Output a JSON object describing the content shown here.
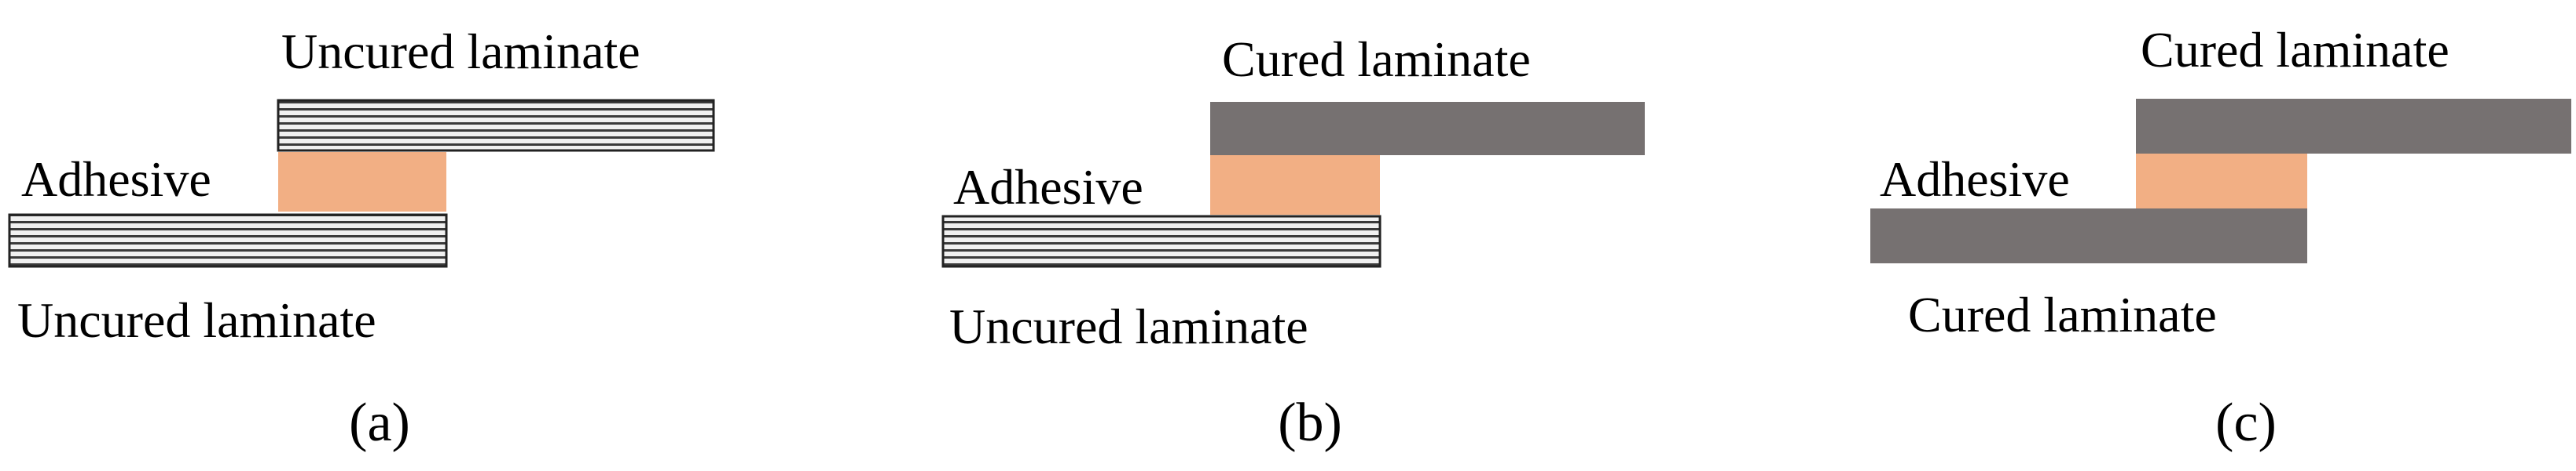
{
  "colors": {
    "adhesive": "#F2AF84",
    "cured_laminate": "#767171",
    "uncured_laminate_fill": "#F0F0F0",
    "uncured_laminate_lines": "#3A3A3A",
    "text": "#000000"
  },
  "panels": [
    {
      "caption_open": "(",
      "caption_letter": "a",
      "caption_close": ")",
      "adhesive_label": "Adhesive",
      "top_label": "Uncured laminate",
      "bottom_label": "Uncured laminate",
      "top_laminate_state": "uncured",
      "bottom_laminate_state": "uncured"
    },
    {
      "caption_open": "(",
      "caption_letter": "b",
      "caption_close": ")",
      "adhesive_label": "Adhesive",
      "top_label": "Cured laminate",
      "bottom_label": "Uncured laminate",
      "top_laminate_state": "cured",
      "bottom_laminate_state": "uncured"
    },
    {
      "caption_open": "(",
      "caption_letter": "c",
      "caption_close": ")",
      "adhesive_label": "Adhesive",
      "top_label": "Cured laminate",
      "bottom_label": "Cured laminate",
      "top_laminate_state": "cured",
      "bottom_laminate_state": "cured"
    }
  ]
}
